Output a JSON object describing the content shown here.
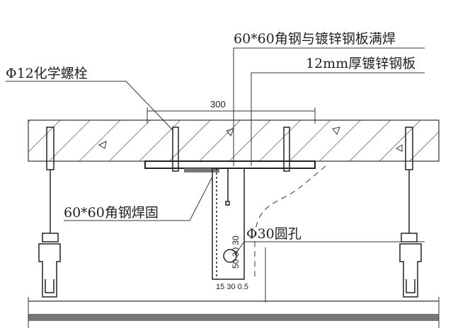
{
  "labels": {
    "weld_note": "60*60角钢与镀锌钢板满焊",
    "plate_note": "12mm厚镀锌钢板",
    "bolt_note": "Φ12化学螺栓",
    "angle_note": "60*60角钢焊固",
    "hole_note": "Φ30圆孔"
  },
  "dimensions": {
    "plate_width": "300",
    "bottom_dims": "15 30 0.5",
    "vertical_dims": "50 30 30"
  }
}
